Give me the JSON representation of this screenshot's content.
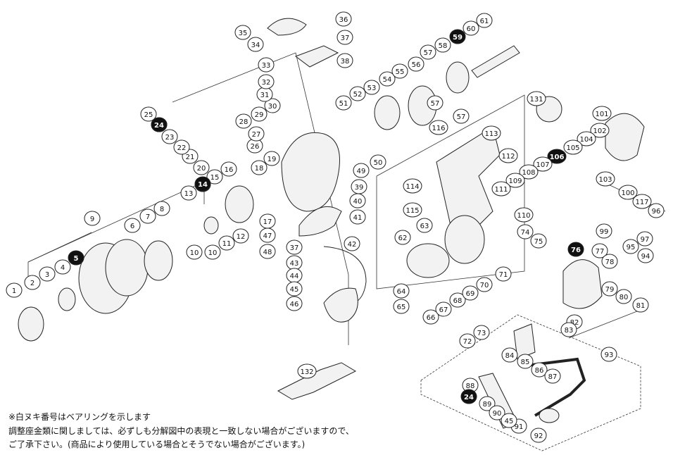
{
  "parts": [
    {
      "n": "1",
      "b": false
    },
    {
      "n": "2",
      "b": false
    },
    {
      "n": "3",
      "b": false
    },
    {
      "n": "4",
      "b": false
    },
    {
      "n": "5",
      "b": true
    },
    {
      "n": "6",
      "b": false
    },
    {
      "n": "7",
      "b": false
    },
    {
      "n": "8",
      "b": false
    },
    {
      "n": "9",
      "b": false
    },
    {
      "n": "10",
      "b": false
    },
    {
      "n": "10",
      "b": false
    },
    {
      "n": "11",
      "b": false
    },
    {
      "n": "12",
      "b": false
    },
    {
      "n": "13",
      "b": false
    },
    {
      "n": "14",
      "b": true
    },
    {
      "n": "15",
      "b": false
    },
    {
      "n": "16",
      "b": false
    },
    {
      "n": "17",
      "b": false
    },
    {
      "n": "18",
      "b": false
    },
    {
      "n": "19",
      "b": false
    },
    {
      "n": "20",
      "b": false
    },
    {
      "n": "21",
      "b": false
    },
    {
      "n": "22",
      "b": false
    },
    {
      "n": "23",
      "b": false
    },
    {
      "n": "24",
      "b": true
    },
    {
      "n": "25",
      "b": false
    },
    {
      "n": "26",
      "b": false
    },
    {
      "n": "27",
      "b": false
    },
    {
      "n": "28",
      "b": false
    },
    {
      "n": "29",
      "b": false
    },
    {
      "n": "30",
      "b": false
    },
    {
      "n": "31",
      "b": false
    },
    {
      "n": "32",
      "b": false
    },
    {
      "n": "33",
      "b": false
    },
    {
      "n": "34",
      "b": false
    },
    {
      "n": "35",
      "b": false
    },
    {
      "n": "36",
      "b": false
    },
    {
      "n": "37",
      "b": false
    },
    {
      "n": "37",
      "b": false
    },
    {
      "n": "38",
      "b": false
    },
    {
      "n": "39",
      "b": false
    },
    {
      "n": "40",
      "b": false
    },
    {
      "n": "41",
      "b": false
    },
    {
      "n": "42",
      "b": false
    },
    {
      "n": "43",
      "b": false
    },
    {
      "n": "44",
      "b": false
    },
    {
      "n": "45",
      "b": false
    },
    {
      "n": "46",
      "b": false
    },
    {
      "n": "47",
      "b": false
    },
    {
      "n": "48",
      "b": false
    },
    {
      "n": "49",
      "b": false
    },
    {
      "n": "50",
      "b": false
    },
    {
      "n": "51",
      "b": false
    },
    {
      "n": "52",
      "b": false
    },
    {
      "n": "53",
      "b": false
    },
    {
      "n": "54",
      "b": false
    },
    {
      "n": "55",
      "b": false
    },
    {
      "n": "56",
      "b": false
    },
    {
      "n": "57",
      "b": false
    },
    {
      "n": "57",
      "b": false
    },
    {
      "n": "57",
      "b": false
    },
    {
      "n": "58",
      "b": false
    },
    {
      "n": "59",
      "b": true
    },
    {
      "n": "60",
      "b": false
    },
    {
      "n": "61",
      "b": false
    },
    {
      "n": "62",
      "b": false
    },
    {
      "n": "63",
      "b": false
    },
    {
      "n": "64",
      "b": false
    },
    {
      "n": "65",
      "b": false
    },
    {
      "n": "66",
      "b": false
    },
    {
      "n": "67",
      "b": false
    },
    {
      "n": "68",
      "b": false
    },
    {
      "n": "69",
      "b": false
    },
    {
      "n": "70",
      "b": false
    },
    {
      "n": "71",
      "b": false
    },
    {
      "n": "72",
      "b": false
    },
    {
      "n": "73",
      "b": false
    },
    {
      "n": "74",
      "b": false
    },
    {
      "n": "75",
      "b": false
    },
    {
      "n": "76",
      "b": true
    },
    {
      "n": "77",
      "b": false
    },
    {
      "n": "78",
      "b": false
    },
    {
      "n": "79",
      "b": false
    },
    {
      "n": "80",
      "b": false
    },
    {
      "n": "81",
      "b": false
    },
    {
      "n": "82",
      "b": false
    },
    {
      "n": "83",
      "b": false
    },
    {
      "n": "84",
      "b": false
    },
    {
      "n": "85",
      "b": false
    },
    {
      "n": "86",
      "b": false
    },
    {
      "n": "87",
      "b": false
    },
    {
      "n": "88",
      "b": false
    },
    {
      "n": "89",
      "b": false
    },
    {
      "n": "90",
      "b": false
    },
    {
      "n": "91",
      "b": false
    },
    {
      "n": "92",
      "b": false
    },
    {
      "n": "93",
      "b": false
    },
    {
      "n": "94",
      "b": false
    },
    {
      "n": "95",
      "b": false
    },
    {
      "n": "96",
      "b": false
    },
    {
      "n": "97",
      "b": false
    },
    {
      "n": "99",
      "b": false
    },
    {
      "n": "100",
      "b": false
    },
    {
      "n": "101",
      "b": false
    },
    {
      "n": "102",
      "b": false
    },
    {
      "n": "103",
      "b": false
    },
    {
      "n": "104",
      "b": false
    },
    {
      "n": "105",
      "b": false
    },
    {
      "n": "106",
      "b": true
    },
    {
      "n": "107",
      "b": false
    },
    {
      "n": "108",
      "b": false
    },
    {
      "n": "109",
      "b": false
    },
    {
      "n": "110",
      "b": false
    },
    {
      "n": "111",
      "b": false
    },
    {
      "n": "112",
      "b": false
    },
    {
      "n": "113",
      "b": false
    },
    {
      "n": "114",
      "b": false
    },
    {
      "n": "115",
      "b": false
    },
    {
      "n": "116",
      "b": false
    },
    {
      "n": "117",
      "b": false
    },
    {
      "n": "131",
      "b": false
    },
    {
      "n": "132",
      "b": false
    },
    {
      "n": "14",
      "b": true
    },
    {
      "n": "24",
      "b": true
    },
    {
      "n": "24",
      "b": true
    },
    {
      "n": "45",
      "b": false
    }
  ],
  "notes": {
    "bearing_note": "※白ヌキ番号はベアリングを示します",
    "shim_note_line1": "調整座金類に関しましては、必ずしも分解図中の表現と一致しない場合がございますので、",
    "shim_note_line2": "ご了承下さい。(商品により使用している場合とそうでない場合がございます。)"
  },
  "colors": {
    "line": "#222222",
    "bearing_fill": "#111111",
    "bubble_fill": "#ffffff",
    "part_fill": "#f2f2f2"
  }
}
